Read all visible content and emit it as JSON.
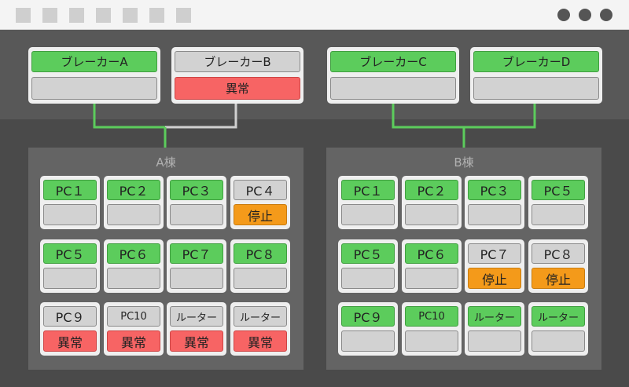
{
  "window": {
    "controls": [
      "dot-1",
      "dot-2",
      "dot-3"
    ]
  },
  "breakers": [
    {
      "label": "ブレーカーA",
      "status": "",
      "label_state": "green",
      "status_state": "grey"
    },
    {
      "label": "ブレーカーB",
      "status": "異常",
      "label_state": "grey",
      "status_state": "red"
    },
    {
      "label": "ブレーカーC",
      "status": "",
      "label_state": "green",
      "status_state": "grey"
    },
    {
      "label": "ブレーカーD",
      "status": "",
      "label_state": "green",
      "status_state": "grey"
    }
  ],
  "buildings": [
    {
      "title": "A棟",
      "devices": [
        {
          "label": "PC１",
          "status": "",
          "label_state": "green",
          "status_state": "grey"
        },
        {
          "label": "PC２",
          "status": "",
          "label_state": "green",
          "status_state": "grey"
        },
        {
          "label": "PC３",
          "status": "",
          "label_state": "green",
          "status_state": "grey"
        },
        {
          "label": "PC４",
          "status": "停止",
          "label_state": "grey",
          "status_state": "orange"
        },
        {
          "label": "PC５",
          "status": "",
          "label_state": "green",
          "status_state": "grey"
        },
        {
          "label": "PC６",
          "status": "",
          "label_state": "green",
          "status_state": "grey"
        },
        {
          "label": "PC７",
          "status": "",
          "label_state": "green",
          "status_state": "grey"
        },
        {
          "label": "PC８",
          "status": "",
          "label_state": "green",
          "status_state": "grey"
        },
        {
          "label": "PC９",
          "status": "異常",
          "label_state": "grey",
          "status_state": "red"
        },
        {
          "label": "PC10",
          "status": "異常",
          "label_state": "grey",
          "status_state": "red"
        },
        {
          "label": "ルーター",
          "status": "異常",
          "label_state": "grey",
          "status_state": "red"
        },
        {
          "label": "ルーター",
          "status": "異常",
          "label_state": "grey",
          "status_state": "red"
        }
      ]
    },
    {
      "title": "B棟",
      "devices": [
        {
          "label": "PC１",
          "status": "",
          "label_state": "green",
          "status_state": "grey"
        },
        {
          "label": "PC２",
          "status": "",
          "label_state": "green",
          "status_state": "grey"
        },
        {
          "label": "PC３",
          "status": "",
          "label_state": "green",
          "status_state": "grey"
        },
        {
          "label": "PC５",
          "status": "",
          "label_state": "green",
          "status_state": "grey"
        },
        {
          "label": "PC５",
          "status": "",
          "label_state": "green",
          "status_state": "grey"
        },
        {
          "label": "PC６",
          "status": "",
          "label_state": "green",
          "status_state": "grey"
        },
        {
          "label": "PC７",
          "status": "停止",
          "label_state": "grey",
          "status_state": "orange"
        },
        {
          "label": "PC８",
          "status": "停止",
          "label_state": "grey",
          "status_state": "orange"
        },
        {
          "label": "PC９",
          "status": "",
          "label_state": "green",
          "status_state": "grey"
        },
        {
          "label": "PC10",
          "status": "",
          "label_state": "green",
          "status_state": "grey"
        },
        {
          "label": "ルーター",
          "status": "",
          "label_state": "green",
          "status_state": "grey"
        },
        {
          "label": "ルーター",
          "status": "",
          "label_state": "green",
          "status_state": "grey"
        }
      ]
    }
  ],
  "colors": {
    "ok": "#5ccc5c",
    "idle": "#d2d2d2",
    "error": "#f76464",
    "stopped": "#f49a1a",
    "wire_ok": "#5ccc5c",
    "wire_off": "#d0d0d0"
  }
}
